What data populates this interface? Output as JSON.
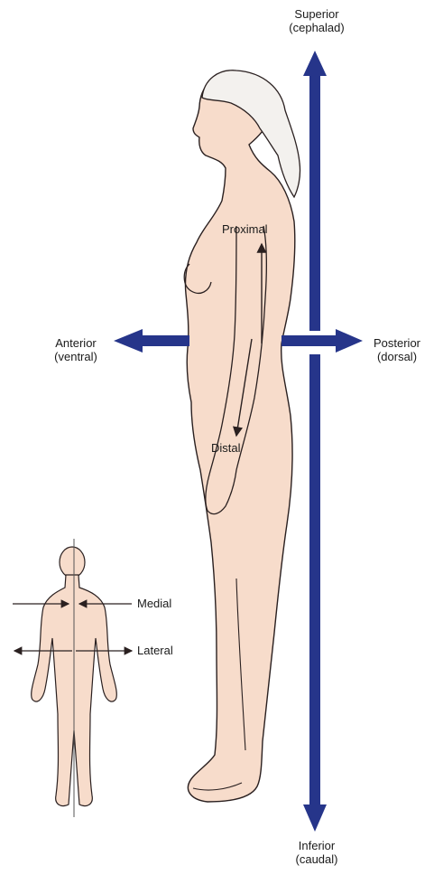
{
  "labels": {
    "superior": "Superior",
    "superior_alt": "(cephalad)",
    "inferior": "Inferior",
    "inferior_alt": "(caudal)",
    "anterior": "Anterior",
    "anterior_alt": "(ventral)",
    "posterior": "Posterior",
    "posterior_alt": "(dorsal)",
    "proximal": "Proximal",
    "distal": "Distal",
    "medial": "Medial",
    "lateral": "Lateral"
  },
  "colors": {
    "axis_arrow": "#26358a",
    "skin": "#f7dccb",
    "outline": "#2a2020",
    "hair": "#f3f1ee"
  }
}
